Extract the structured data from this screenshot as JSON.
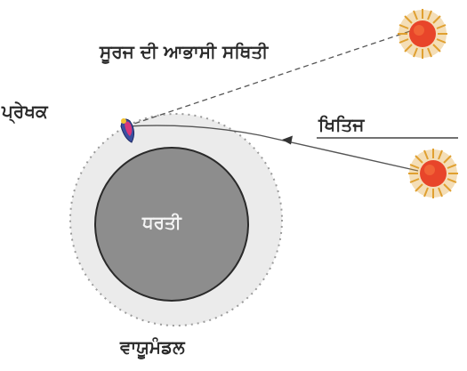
{
  "labels": {
    "apparent_sun_position": "ਸੂਰਜ ਦੀ ਆਭਾਸੀ ਸਥਿਤੀ",
    "observer": "ਪ੍ਰੇਖਕ",
    "horizon": "ਖਿਤਿਜ",
    "earth": "ਧਰਤੀ",
    "atmosphere": "ਵਾਯੂਮੰਡਲ"
  },
  "colors": {
    "earth_fill": "#8d8d8d",
    "earth_outline": "#2a2a2a",
    "atmosphere_fill": "#ebebeb",
    "atmosphere_outline": "#9a9a9a",
    "sun_core": "#e8452a",
    "sun_rays": "#e0a030",
    "ray_line": "#555555",
    "observer_mark": "#3a4fa0"
  },
  "icons": [
    "sun-icon",
    "sun-icon",
    "arrow-icon",
    "observer-icon"
  ]
}
